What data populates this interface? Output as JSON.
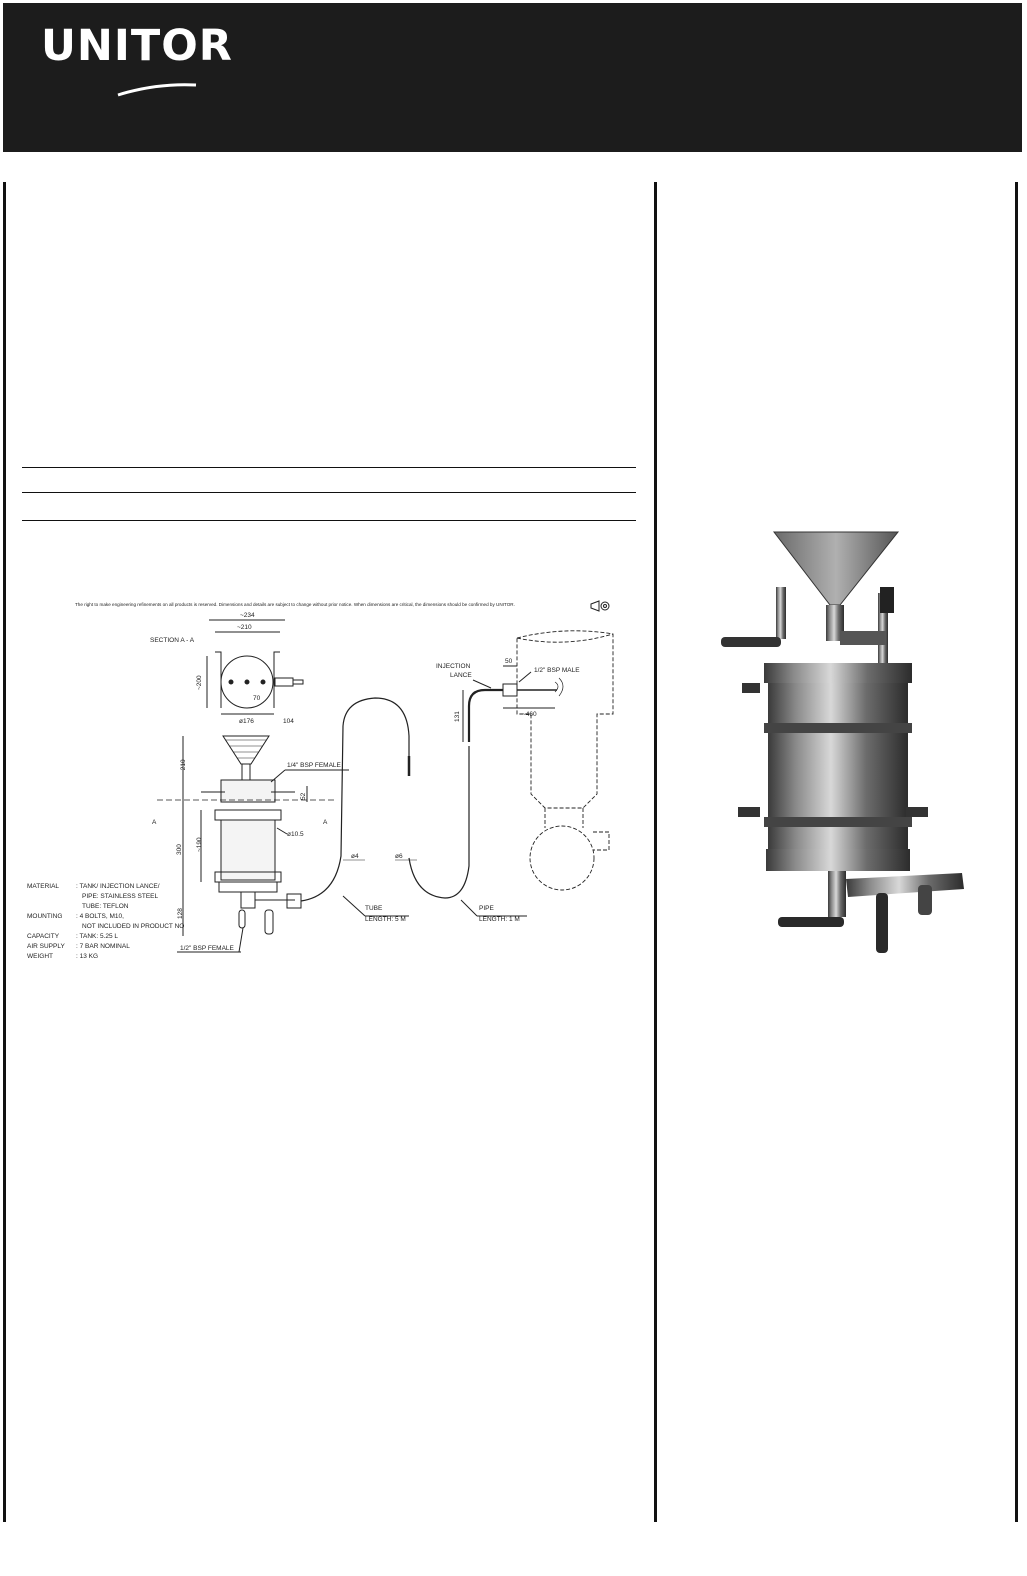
{
  "brand": {
    "name": "UNITOR"
  },
  "drawing": {
    "notice": "The right to make engineering refinements on all products is reserved. Dimensions and details are subject to change without prior notice. When dimensions are critical, the dimensions should be confirmed by UNITOR.",
    "section_label": "SECTION A - A",
    "dimensions": {
      "d234": "~234",
      "d210": "~210",
      "d200": "~200",
      "d70": "70",
      "d176": "ø176",
      "d104": "104",
      "d210v": "~210",
      "d52": "52",
      "d300": "300",
      "d190": "~190",
      "d105": "ø10.5",
      "d128": "128",
      "d131": "131",
      "d50": "50",
      "d460": "~460",
      "d4": "ø4",
      "d6": "ø6"
    },
    "labels": {
      "injection": "INJECTION",
      "lance": "LANCE",
      "bsp_male": "1/2\" BSP MALE",
      "bsp_female_top": "1/4\" BSP FEMALE",
      "bsp_female_bottom": "1/2\" BSP FEMALE",
      "tube_1": "TUBE",
      "tube_2": "LENGTH: 5 M",
      "pipe_1": "PIPE",
      "pipe_2": "LENGTH: 1 M",
      "section_a": "A"
    },
    "specs": [
      {
        "key": "MATERIAL",
        "value": ": TANK/ INJECTION LANCE/"
      },
      {
        "key": "",
        "value": "PIPE: STAINLESS STEEL"
      },
      {
        "key": "",
        "value": "TUBE: TEFLON"
      },
      {
        "key": "MOUNTING",
        "value": ": 4 BOLTS, M10,"
      },
      {
        "key": "",
        "value": "NOT INCLUDED IN PRODUCT NO"
      },
      {
        "key": "CAPACITY",
        "value": ": TANK: 5.25 L"
      },
      {
        "key": "AIR SUPPLY",
        "value": ": 7 BAR NOMINAL"
      },
      {
        "key": "WEIGHT",
        "value": ": 13 KG"
      }
    ]
  }
}
